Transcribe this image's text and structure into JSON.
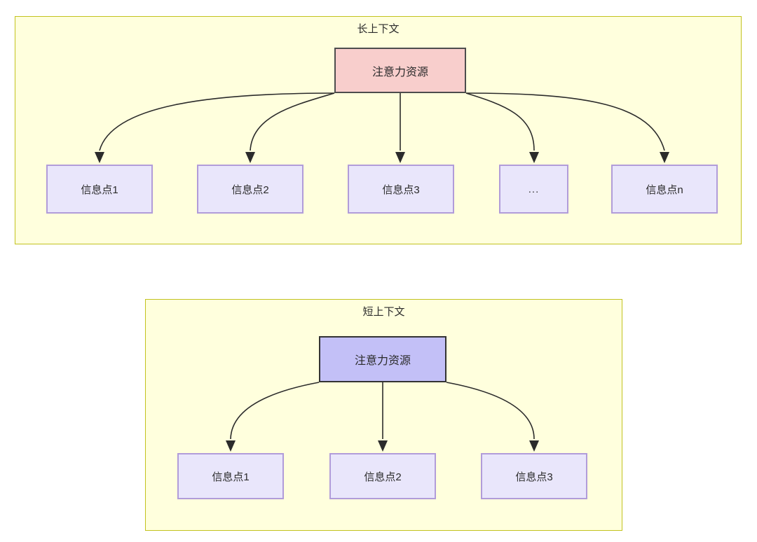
{
  "diagram": {
    "type": "flowchart",
    "background": "#ffffff",
    "palette": {
      "panel_fill": "#ffffdd",
      "panel_border": "#c2c21f",
      "attention_long_fill": "#f8cecc",
      "attention_long_border": "#4d4d4d",
      "attention_short_fill": "#c3c0f7",
      "attention_short_border": "#333333",
      "info_fill": "#e9e6fb",
      "info_border": "#b19cd9",
      "edge_color": "#2b2b2b",
      "text_color": "#2b2b2b"
    },
    "panels": [
      {
        "id": "long-context",
        "title": "长上下文",
        "root": {
          "label": "注意力资源"
        },
        "children": [
          {
            "label": "信息点1"
          },
          {
            "label": "信息点2"
          },
          {
            "label": "信息点3"
          },
          {
            "label": "..."
          },
          {
            "label": "信息点n"
          }
        ]
      },
      {
        "id": "short-context",
        "title": "短上下文",
        "root": {
          "label": "注意力资源"
        },
        "children": [
          {
            "label": "信息点1"
          },
          {
            "label": "信息点2"
          },
          {
            "label": "信息点3"
          }
        ]
      }
    ]
  }
}
